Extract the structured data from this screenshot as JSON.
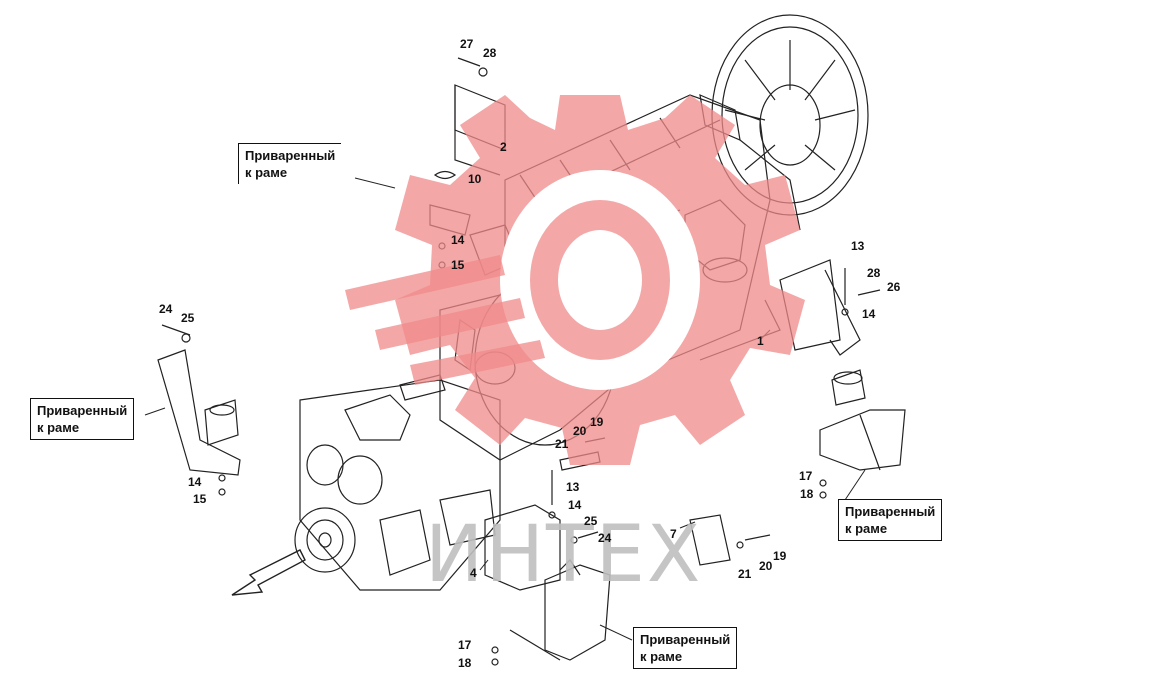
{
  "callouts": {
    "top_left": [
      "Приваренный",
      "к раме"
    ],
    "left": [
      "Приваренный",
      "к раме"
    ],
    "right": [
      "Приваренный",
      "к раме"
    ],
    "bottom": [
      "Приваренный",
      "к раме"
    ]
  },
  "part_numbers": {
    "p27": "27",
    "p28_top": "28",
    "p2": "2",
    "p10": "10",
    "p14_a": "14",
    "p15_a": "15",
    "p13_right": "13",
    "p28_right": "28",
    "p26": "26",
    "p14_right": "14",
    "p1": "1",
    "p24_left": "24",
    "p25_left": "25",
    "p14_left": "14",
    "p15_left": "15",
    "p19_mid": "19",
    "p20_mid": "20",
    "p21_mid": "21",
    "p13_mid": "13",
    "p14_mid": "14",
    "p25_mid": "25",
    "p24_mid": "24",
    "p4": "4",
    "p7": "7",
    "p19_right": "19",
    "p20_right": "20",
    "p21_right": "21",
    "p17_right": "17",
    "p18_right": "18",
    "p17_bottom": "17",
    "p18_bottom": "18"
  },
  "watermark": {
    "text": "ИНТЕХ",
    "gear_color": "#f08a8a",
    "text_color": "#bfbfbf"
  }
}
